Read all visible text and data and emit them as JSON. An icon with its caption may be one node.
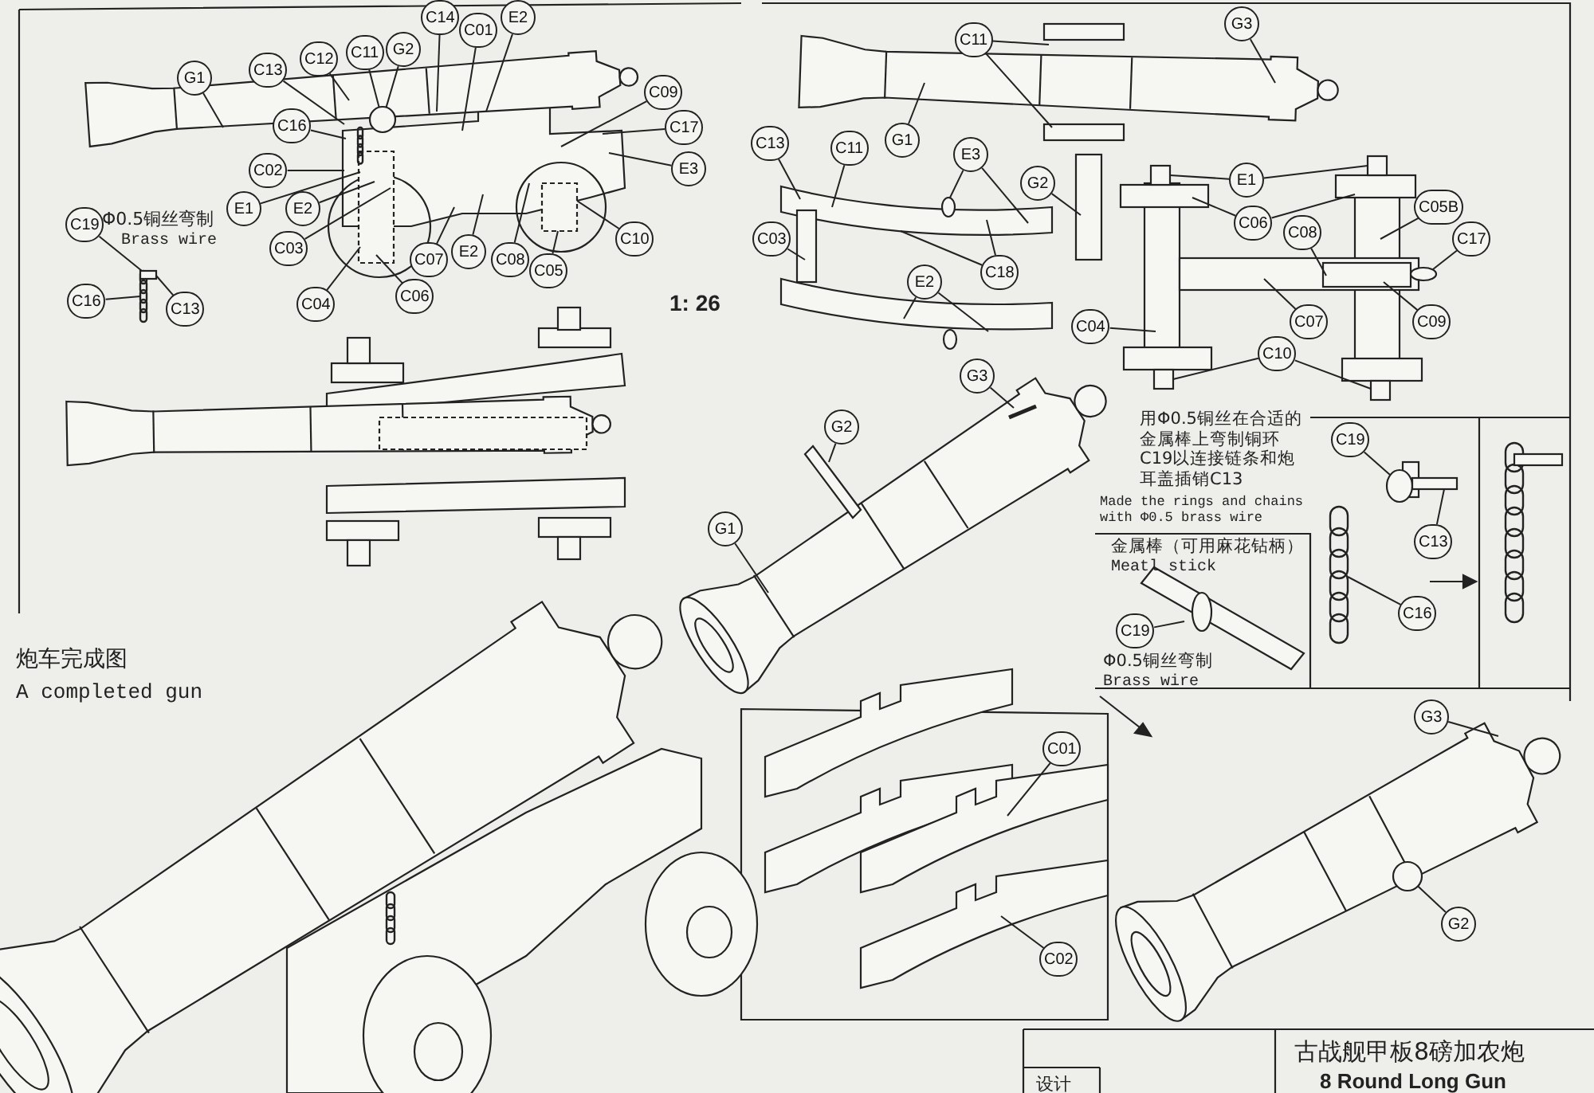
{
  "diagram": {
    "nodes": [
      {
        "text": [
          "G1"
        ]
      },
      {
        "text": [
          "C13"
        ]
      },
      {
        "text": [
          "C12"
        ]
      },
      {
        "text": [
          "C11"
        ]
      },
      {
        "text": [
          "G2"
        ]
      },
      {
        "text": [
          "C14"
        ]
      },
      {
        "text": [
          "C01"
        ]
      },
      {
        "text": [
          "E2"
        ]
      },
      {
        "text": [
          "C09"
        ]
      },
      {
        "text": [
          "C17"
        ]
      },
      {
        "text": [
          "C16"
        ]
      },
      {
        "text": [
          "C02"
        ]
      },
      {
        "text": [
          "E3"
        ]
      },
      {
        "text": [
          "E1"
        ]
      },
      {
        "text": [
          "E2"
        ]
      },
      {
        "text": [
          "C10"
        ]
      },
      {
        "text": [
          "C03"
        ]
      },
      {
        "text": [
          "C07"
        ]
      },
      {
        "text": [
          "E2"
        ]
      },
      {
        "text": [
          "C08"
        ]
      },
      {
        "text": [
          "C05"
        ]
      },
      {
        "text": [
          "C19"
        ]
      },
      {
        "text": [
          "C04"
        ]
      },
      {
        "text": [
          "C06"
        ]
      },
      {
        "text": [
          "C16"
        ]
      },
      {
        "text": [
          "C13"
        ]
      },
      {
        "text": [
          "C11"
        ]
      },
      {
        "text": [
          "G3"
        ]
      },
      {
        "text": [
          "G1"
        ]
      },
      {
        "text": [
          "C13"
        ]
      },
      {
        "text": [
          "C11"
        ]
      },
      {
        "text": [
          "E3"
        ]
      },
      {
        "text": [
          "E1"
        ]
      },
      {
        "text": [
          "G2"
        ]
      },
      {
        "text": [
          "C06"
        ]
      },
      {
        "text": [
          "C05B"
        ]
      },
      {
        "text": [
          "C08"
        ]
      },
      {
        "text": [
          "C03"
        ]
      },
      {
        "text": [
          "C17"
        ]
      },
      {
        "text": [
          "C18"
        ]
      },
      {
        "text": [
          "E2"
        ]
      },
      {
        "text": [
          "C07"
        ]
      },
      {
        "text": [
          "C09"
        ]
      },
      {
        "text": [
          "C04"
        ]
      },
      {
        "text": [
          "C10"
        ]
      },
      {
        "text": [
          "G3"
        ]
      },
      {
        "text": [
          "G2"
        ]
      },
      {
        "text": [
          "C19"
        ]
      },
      {
        "text": [
          "G1"
        ]
      },
      {
        "text": [
          "C13"
        ]
      },
      {
        "text": [
          "C16"
        ]
      },
      {
        "text": [
          "C19"
        ]
      },
      {
        "text": [
          "G3"
        ]
      },
      {
        "text": [
          "C01"
        ]
      },
      {
        "text": [
          "C02"
        ]
      },
      {
        "text": [
          "G2"
        ]
      },
      {
        "text": [],
        "shape": "picture"
      },
      {
        "text": [],
        "shape": "circle"
      },
      {
        "text": [],
        "shape": "circle"
      },
      {
        "text": [],
        "shape": "box"
      },
      {
        "text": [],
        "shape": "box"
      },
      {
        "text": [],
        "shape": "circle"
      },
      {
        "text": [],
        "shape": "box"
      },
      {
        "text": [],
        "shape": "box"
      },
      {
        "text": [],
        "shape": "circle"
      },
      {
        "text": [],
        "shape": "picture"
      },
      {
        "text": [],
        "shape": "circle"
      },
      {
        "text": [],
        "shape": "box"
      }
    ],
    "edges": [
      {
        "from": 0,
        "to": null,
        "arrow": "none"
      },
      {
        "from": 1,
        "to": null,
        "arrow": "none"
      },
      {
        "from": 2,
        "to": null,
        "arrow": "none"
      },
      {
        "from": 3,
        "to": 57,
        "arrow": "none"
      },
      {
        "from": 4,
        "to": 57,
        "arrow": "none"
      },
      {
        "from": 5,
        "to": null,
        "arrow": "none"
      },
      {
        "from": 6,
        "to": null,
        "arrow": "none"
      },
      {
        "from": 7,
        "to": null,
        "arrow": "none"
      },
      {
        "from": 8,
        "to": null,
        "arrow": "none"
      },
      {
        "from": 9,
        "to": null,
        "arrow": "none"
      },
      {
        "from": 10,
        "to": null,
        "arrow": "none"
      },
      {
        "from": 11,
        "to": null,
        "arrow": "none"
      },
      {
        "from": 12,
        "to": null,
        "arrow": "none"
      },
      {
        "from": 13,
        "to": null,
        "arrow": "none"
      },
      {
        "from": 14,
        "to": null,
        "arrow": "none"
      },
      {
        "from": 15,
        "to": null,
        "arrow": "none"
      },
      {
        "from": 16,
        "to": null,
        "arrow": "none"
      },
      {
        "from": 17,
        "to": null,
        "arrow": "none"
      },
      {
        "from": 18,
        "to": null,
        "arrow": "none"
      },
      {
        "from": 19,
        "to": null,
        "arrow": "none"
      },
      {
        "from": 20,
        "to": null,
        "arrow": "none"
      },
      {
        "from": 21,
        "to": 56,
        "arrow": "none"
      },
      {
        "from": 22,
        "to": null,
        "arrow": "none"
      },
      {
        "from": 23,
        "to": null,
        "arrow": "none"
      },
      {
        "from": 24,
        "to": 56,
        "arrow": "none"
      },
      {
        "from": 25,
        "to": 56,
        "arrow": "none"
      },
      {
        "from": 26,
        "to": null,
        "arrow": "none"
      },
      {
        "from": 26,
        "to": null,
        "arrow": "none"
      },
      {
        "from": 27,
        "to": null,
        "arrow": "none"
      },
      {
        "from": 28,
        "to": null,
        "arrow": "none"
      },
      {
        "from": 29,
        "to": null,
        "arrow": "none"
      },
      {
        "from": 30,
        "to": null,
        "arrow": "none"
      },
      {
        "from": 31,
        "to": 58,
        "arrow": "none"
      },
      {
        "from": 31,
        "to": null,
        "arrow": "none"
      },
      {
        "from": 32,
        "to": 59,
        "arrow": "none"
      },
      {
        "from": 32,
        "to": 60,
        "arrow": "none"
      },
      {
        "from": 33,
        "to": null,
        "arrow": "none"
      },
      {
        "from": 34,
        "to": null,
        "arrow": "none"
      },
      {
        "from": 34,
        "to": null,
        "arrow": "none"
      },
      {
        "from": 35,
        "to": null,
        "arrow": "none"
      },
      {
        "from": 36,
        "to": null,
        "arrow": "none"
      },
      {
        "from": 37,
        "to": null,
        "arrow": "none"
      },
      {
        "from": 38,
        "to": 61,
        "arrow": "none"
      },
      {
        "from": 39,
        "to": null,
        "arrow": "none"
      },
      {
        "from": 39,
        "to": null,
        "arrow": "none"
      },
      {
        "from": 40,
        "to": null,
        "arrow": "none"
      },
      {
        "from": 40,
        "to": null,
        "arrow": "none"
      },
      {
        "from": 41,
        "to": null,
        "arrow": "none"
      },
      {
        "from": 42,
        "to": null,
        "arrow": "none"
      },
      {
        "from": 43,
        "to": null,
        "arrow": "none"
      },
      {
        "from": 44,
        "to": 62,
        "arrow": "none"
      },
      {
        "from": 44,
        "to": 63,
        "arrow": "none"
      },
      {
        "from": 45,
        "to": null,
        "arrow": "none"
      },
      {
        "from": 46,
        "to": null,
        "arrow": "none"
      },
      {
        "from": 47,
        "to": 64,
        "arrow": "none"
      },
      {
        "from": 48,
        "to": null,
        "arrow": "none"
      },
      {
        "from": 49,
        "to": 67,
        "arrow": "none"
      },
      {
        "from": 50,
        "to": 65,
        "arrow": "none"
      },
      {
        "from": 51,
        "to": null,
        "arrow": "none"
      },
      {
        "from": 52,
        "to": null,
        "arrow": "none"
      },
      {
        "from": 53,
        "to": null,
        "arrow": "none"
      },
      {
        "from": 54,
        "to": null,
        "arrow": "none"
      },
      {
        "from": 55,
        "to": 66,
        "arrow": "none"
      }
    ],
    "labels": [
      "Φ0.5铜丝弯制",
      "Brass wire",
      "1: 26",
      "用Φ0.5铜丝在合适的金属棒上弯制铜环C19以连接链条和炮耳盖插销C13",
      "Made the rings and chains with Φ0.5 brass wire",
      "金属棒（可用麻花钻柄）",
      "Meatl stick",
      "Φ0.5铜丝弯制",
      "Brass wire",
      "炮车完成图",
      "A completed gun",
      "设计",
      "古战舰甲板8磅加农炮",
      "8 Round Long Gun"
    ]
  }
}
